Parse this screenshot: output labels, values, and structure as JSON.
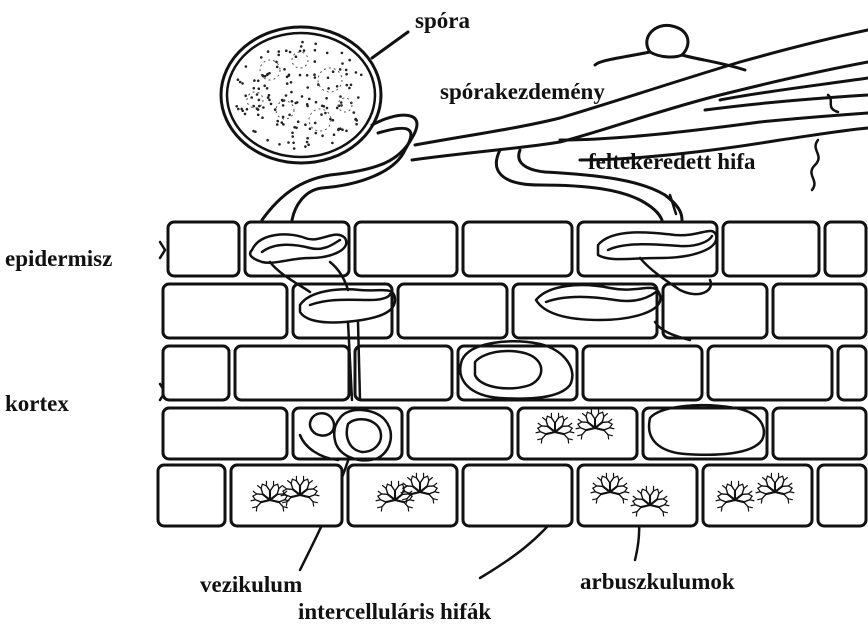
{
  "labels": {
    "spora": "spóra",
    "sporakezdemeny": "spórakezdemény",
    "feltekeredett": "feltekeredett hifa",
    "epidermisz": "epidermisz",
    "kortex": "kortex",
    "vezikulum": "vezikulum",
    "intercellularis": "intercelluláris hifák",
    "arbuszkulumok": "arbuszkulumok"
  }
}
